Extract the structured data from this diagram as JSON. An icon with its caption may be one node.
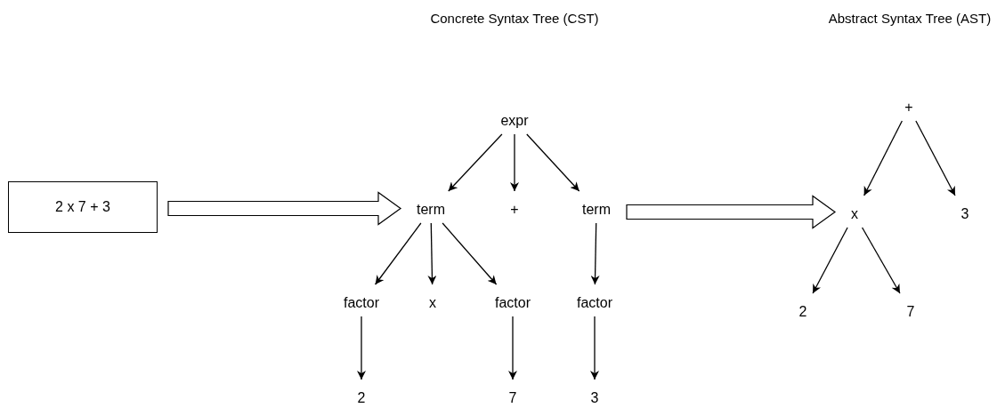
{
  "diagram": {
    "nodes": [
      {
        "text": [
          "2 x 7 + 3"
        ]
      },
      {
        "text": [
          "expr"
        ]
      },
      {
        "text": [
          "term"
        ]
      },
      {
        "text": [
          "+"
        ]
      },
      {
        "text": [
          "term"
        ]
      },
      {
        "text": [
          "factor"
        ]
      },
      {
        "text": [
          "x"
        ]
      },
      {
        "text": [
          "factor"
        ]
      },
      {
        "text": [
          "factor"
        ]
      },
      {
        "text": [
          "2"
        ]
      },
      {
        "text": [
          "7"
        ]
      },
      {
        "text": [
          "3"
        ]
      },
      {
        "text": [
          "+"
        ]
      },
      {
        "text": [
          "x"
        ]
      },
      {
        "text": [
          "3"
        ]
      },
      {
        "text": [
          "2"
        ]
      },
      {
        "text": [
          "7"
        ]
      }
    ],
    "edges": [
      {
        "from": 1,
        "to": 2,
        "arrow": "to"
      },
      {
        "from": 1,
        "to": 3,
        "arrow": "to"
      },
      {
        "from": 1,
        "to": 4,
        "arrow": "to"
      },
      {
        "from": 2,
        "to": 5,
        "arrow": "to"
      },
      {
        "from": 2,
        "to": 6,
        "arrow": "to"
      },
      {
        "from": 2,
        "to": 7,
        "arrow": "to"
      },
      {
        "from": 4,
        "to": 8,
        "arrow": "to"
      },
      {
        "from": 5,
        "to": 9,
        "arrow": "to"
      },
      {
        "from": 7,
        "to": 10,
        "arrow": "to"
      },
      {
        "from": 8,
        "to": 11,
        "arrow": "to"
      },
      {
        "from": 12,
        "to": 13,
        "arrow": "to"
      },
      {
        "from": 12,
        "to": 14,
        "arrow": "to"
      },
      {
        "from": 13,
        "to": 15,
        "arrow": "to"
      },
      {
        "from": 13,
        "to": 16,
        "arrow": "to"
      },
      {
        "from": 0,
        "to": 2,
        "arrow": "to",
        "style": "thick"
      },
      {
        "from": 4,
        "to": 13,
        "arrow": "to",
        "style": "thick"
      }
    ],
    "labels": [
      "Concrete Syntax Tree (CST)",
      "Abstract Syntax Tree (AST)"
    ]
  }
}
